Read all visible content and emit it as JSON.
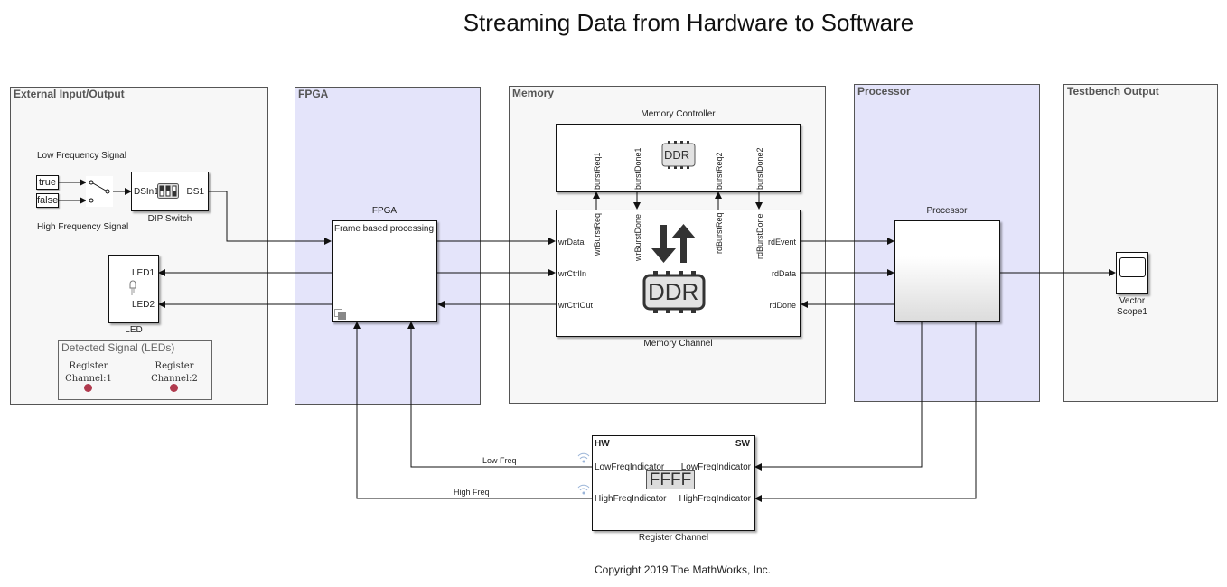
{
  "title": "Streaming Data from Hardware to Software",
  "copyright": "Copyright 2019 The MathWorks, Inc.",
  "colors": {
    "area_gray": "#f7f7f7",
    "area_blue": "#e4e4fa",
    "led_dot": "#b03a4e",
    "wireless_icon": "#9bb5d8"
  },
  "areas": {
    "external": "External Input/Output",
    "fpga": "FPGA",
    "memory": "Memory",
    "processor": "Processor",
    "testbench": "Testbench Output"
  },
  "external": {
    "low_freq_label": "Low Frequency Signal",
    "high_freq_label": "High Frequency Signal",
    "const_true": "true",
    "const_false": "false",
    "dip_switch": {
      "name": "DIP Switch",
      "in_port": "DSIn1",
      "out_port": "DS1"
    },
    "led": {
      "name": "LED",
      "ports": [
        "LED1",
        "LED2"
      ]
    },
    "detected_panel": {
      "title": "Detected Signal (LEDs)",
      "indicators": [
        {
          "line1": "Register",
          "line2": "Channel:1"
        },
        {
          "line1": "Register",
          "line2": "Channel:2"
        }
      ]
    }
  },
  "fpga": {
    "name": "FPGA",
    "content": "Frame based processing"
  },
  "memory": {
    "controller": {
      "name": "Memory Controller",
      "icon_text": "DDR",
      "ports": [
        "burstReq1",
        "burstDone1",
        "burstReq2",
        "burstDone2"
      ]
    },
    "channel": {
      "name": "Memory Channel",
      "icon_text": "DDR",
      "top_ports": [
        "wrBurstReq",
        "wrBurstDone",
        "rdBurstReq",
        "rdBurstDone"
      ],
      "left_ports": [
        "wrData",
        "wrCtrlIn",
        "wrCtrlOut"
      ],
      "right_ports": [
        "rdEvent",
        "rdData",
        "rdDone"
      ]
    }
  },
  "processor": {
    "name": "Processor"
  },
  "testbench": {
    "scope_line1": "Vector",
    "scope_line2": "Scope1"
  },
  "register_channel": {
    "name": "Register Channel",
    "hw_label": "HW",
    "sw_label": "SW",
    "hex_text": "FFFF",
    "left_ports": [
      "LowFreqIndicator",
      "HighFreqIndicator"
    ],
    "right_ports": [
      "LowFreqIndicator",
      "HighFreqIndicator"
    ],
    "low_signal": "Low Freq",
    "high_signal": "High Freq"
  }
}
